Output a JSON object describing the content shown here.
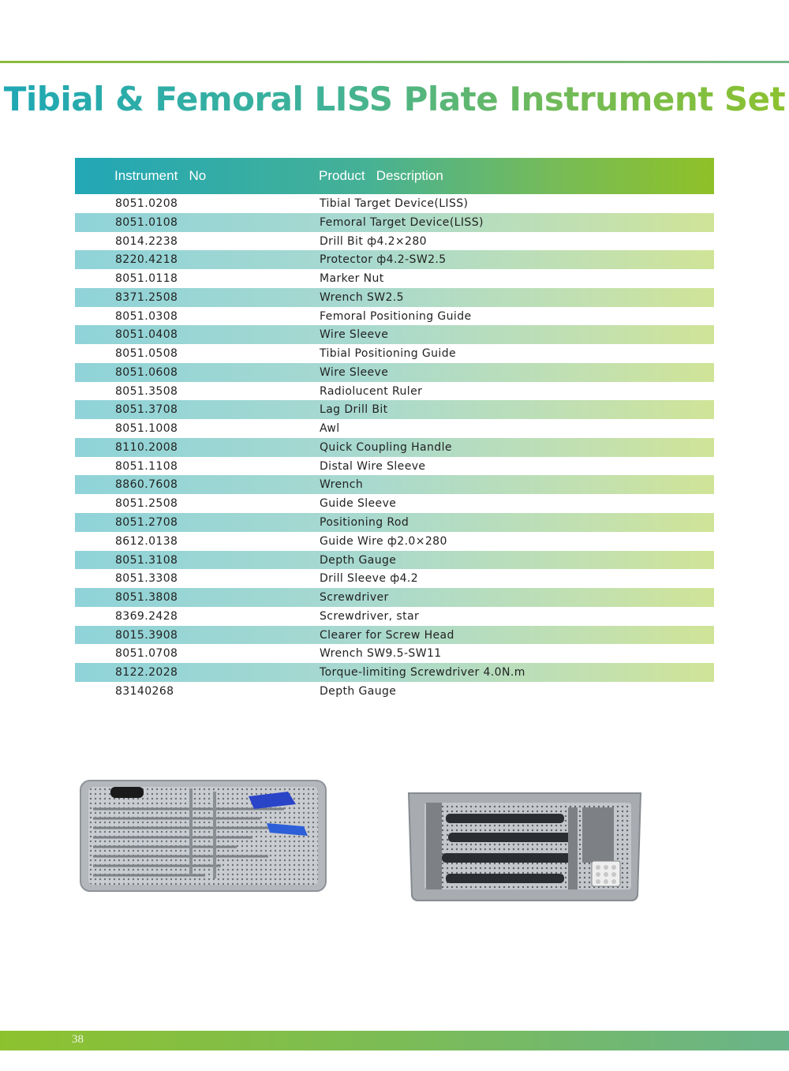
{
  "title": "Tibial & Femoral LISS Plate Instrument Set",
  "table": {
    "headers": [
      "Instrument   No",
      "Product   Description"
    ],
    "rows": [
      {
        "no": "8051.0208",
        "desc": "Tibial Target Device(LISS)"
      },
      {
        "no": "8051.0108",
        "desc": "Femoral Target Device(LISS)"
      },
      {
        "no": "8014.2238",
        "desc": "Drill Bit ф4.2×280"
      },
      {
        "no": "8220.4218",
        "desc": "Protector ф4.2-SW2.5"
      },
      {
        "no": "8051.0118",
        "desc": "Marker Nut"
      },
      {
        "no": "8371.2508",
        "desc": "Wrench SW2.5"
      },
      {
        "no": "8051.0308",
        "desc": "Femoral Positioning Guide"
      },
      {
        "no": "8051.0408",
        "desc": "Wire Sleeve"
      },
      {
        "no": "8051.0508",
        "desc": "Tibial Positioning Guide"
      },
      {
        "no": "8051.0608",
        "desc": "Wire Sleeve"
      },
      {
        "no": "8051.3508",
        "desc": "Radiolucent Ruler"
      },
      {
        "no": "8051.3708",
        "desc": "Lag Drill Bit"
      },
      {
        "no": "8051.1008",
        "desc": "Awl"
      },
      {
        "no": "8110.2008",
        "desc": "Quick Coupling Handle"
      },
      {
        "no": "8051.1108",
        "desc": "Distal Wire Sleeve"
      },
      {
        "no": "8860.7608",
        "desc": "Wrench"
      },
      {
        "no": "8051.2508",
        "desc": "Guide Sleeve"
      },
      {
        "no": "8051.2708",
        "desc": "Positioning Rod"
      },
      {
        "no": "8612.0138",
        "desc": "Guide Wire ф2.0×280"
      },
      {
        "no": "8051.3108",
        "desc": "Depth Gauge"
      },
      {
        "no": "8051.3308",
        "desc": "Drill Sleeve ф4.2"
      },
      {
        "no": "8051.3808",
        "desc": "Screwdriver"
      },
      {
        "no": "8369.2428",
        "desc": "Screwdriver, star"
      },
      {
        "no": "8015.3908",
        "desc": "Clearer for Screw Head"
      },
      {
        "no": "8051.0708",
        "desc": "Wrench SW9.5-SW11"
      },
      {
        "no": "8122.2028",
        "desc": "Torque-limiting Screwdriver 4.0N.m"
      },
      {
        "no": "83140268",
        "desc": "Depth Gauge"
      }
    ]
  },
  "page_number": "38",
  "colors": {
    "accent_teal": "#22a7b6",
    "accent_green": "#8fc127"
  }
}
